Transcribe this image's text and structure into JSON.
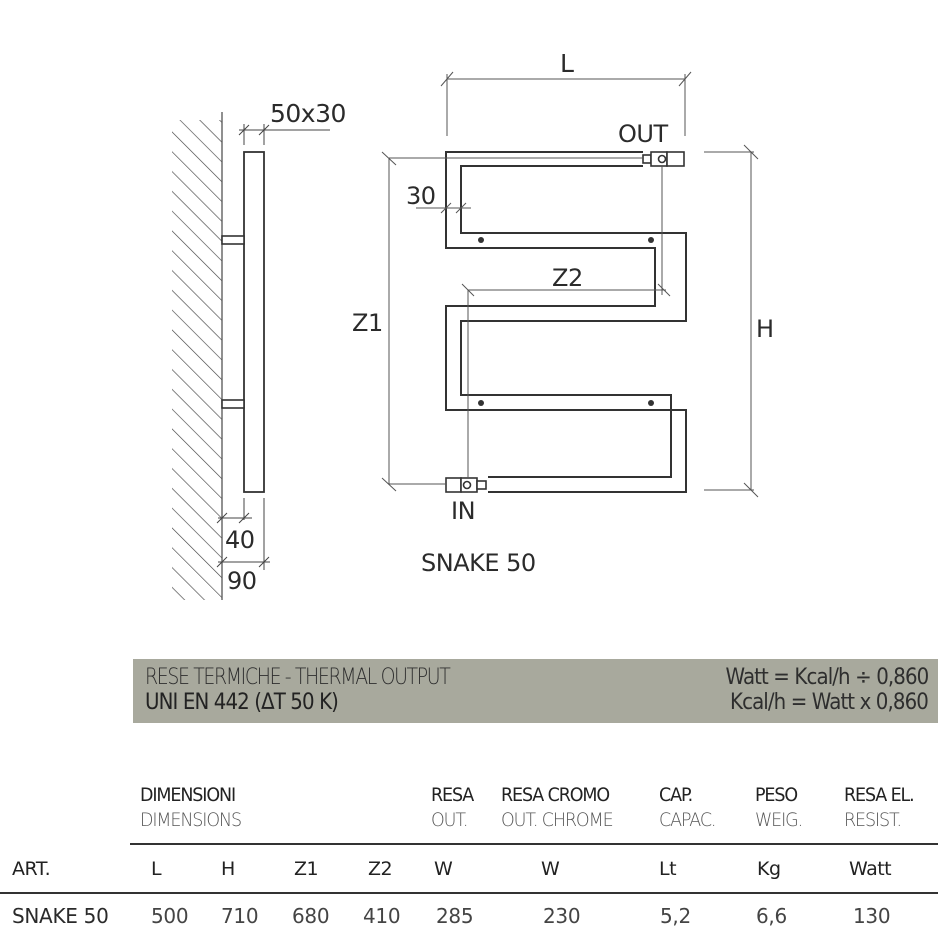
{
  "drawing": {
    "side_view": {
      "section_label": "50x30",
      "depth_bar_label": "40",
      "depth_total_label": "90"
    },
    "front_view": {
      "width_label": "L",
      "height_label": "H",
      "z1_label": "Z1",
      "z2_label": "Z2",
      "tube_label": "30",
      "outlet_label": "OUT",
      "inlet_label": "IN"
    },
    "model_name": "SNAKE 50"
  },
  "thermal_banner": {
    "title": "RESE TERMICHE - THERMAL OUTPUT",
    "standard": "UNI EN 442 (ΔT 50 K)",
    "formula_1": "Watt = Kcal/h ÷ 0,860",
    "formula_2": "Kcal/h = Watt x 0,860",
    "background_color": "#a8a99d"
  },
  "table": {
    "groups": [
      {
        "it": "DIMENSIONI",
        "en": "DIMENSIONS"
      },
      {
        "it": "RESA",
        "en": "OUT."
      },
      {
        "it": "RESA CROMO",
        "en": "OUT. CHROME"
      },
      {
        "it": "CAP.",
        "en": "CAPAC."
      },
      {
        "it": "PESO",
        "en": "WEIG."
      },
      {
        "it": "RESA EL.",
        "en": "RESIST."
      }
    ],
    "columns": [
      "ART.",
      "L",
      "H",
      "Z1",
      "Z2",
      "W",
      "W",
      "Lt",
      "Kg",
      "Watt"
    ],
    "rows": [
      [
        "SNAKE 50",
        "500",
        "710",
        "680",
        "410",
        "285",
        "230",
        "5,2",
        "6,6",
        "130"
      ]
    ]
  }
}
